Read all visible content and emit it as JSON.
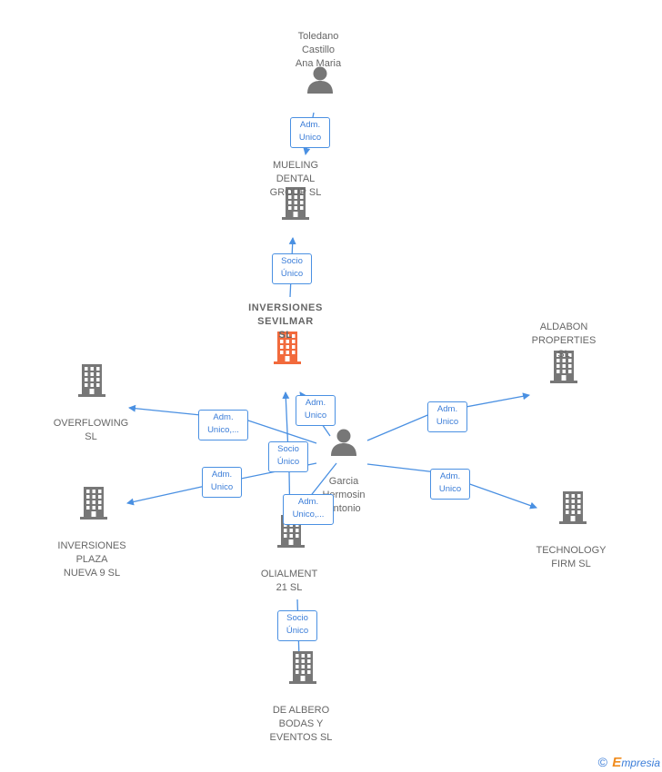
{
  "nodes": [
    {
      "id": "toledano",
      "type": "person",
      "label": "Toledano\nCastillo\nAna Maria"
    },
    {
      "id": "mueling",
      "type": "company",
      "label": "MUELING\nDENTAL\nGROUP  SL"
    },
    {
      "id": "sevilmar",
      "type": "company-main",
      "label": "INVERSIONES\nSEVILMAR\nSL"
    },
    {
      "id": "aldabon",
      "type": "company",
      "label": "ALDABON\nPROPERTIES\nSL"
    },
    {
      "id": "overflowing",
      "type": "company",
      "label": "OVERFLOWING\nSL"
    },
    {
      "id": "garcia",
      "type": "person",
      "label": "Garcia\nHermosin\nAntonio"
    },
    {
      "id": "plaza",
      "type": "company",
      "label": "INVERSIONES\nPLAZA\nNUEVA 9 SL"
    },
    {
      "id": "technology",
      "type": "company",
      "label": "TECHNOLOGY\nFIRM SL"
    },
    {
      "id": "olialment",
      "type": "company",
      "label": "OLIALMENT\n21  SL"
    },
    {
      "id": "albero",
      "type": "company",
      "label": "DE ALBERO\nBODAS Y\nEVENTOS  SL"
    }
  ],
  "edges": [
    {
      "id": "e1",
      "from": "toledano",
      "to": "mueling",
      "label": "Adm.\nUnico"
    },
    {
      "id": "e2",
      "from": "sevilmar",
      "to": "mueling",
      "label": "Socio\nÚnico"
    },
    {
      "id": "e3",
      "from": "garcia",
      "to": "sevilmar",
      "label": "Adm.\nUnico"
    },
    {
      "id": "e4",
      "from": "garcia",
      "to": "overflowing",
      "label": "Adm.\nUnico,..."
    },
    {
      "id": "e5",
      "from": "garcia",
      "to": "aldabon",
      "label": "Adm.\nUnico"
    },
    {
      "id": "e6",
      "from": "garcia",
      "to": "plaza",
      "label": "Adm.\nUnico"
    },
    {
      "id": "e7",
      "from": "garcia",
      "to": "technology",
      "label": "Adm.\nUnico"
    },
    {
      "id": "e8",
      "from": "olialment",
      "to": "sevilmar",
      "label": "Socio\nÚnico"
    },
    {
      "id": "e9",
      "from": "garcia",
      "to": "olialment",
      "label": "Adm.\nUnico,..."
    },
    {
      "id": "e10",
      "from": "olialment",
      "to": "albero",
      "label": "Socio\nÚnico"
    }
  ],
  "colors": {
    "edge": "#4a90e2",
    "icon": "#777777",
    "main_icon": "#f26a3c"
  },
  "footer": {
    "copyright": "©",
    "brand_initial": "E",
    "brand_rest": "mpresia"
  }
}
